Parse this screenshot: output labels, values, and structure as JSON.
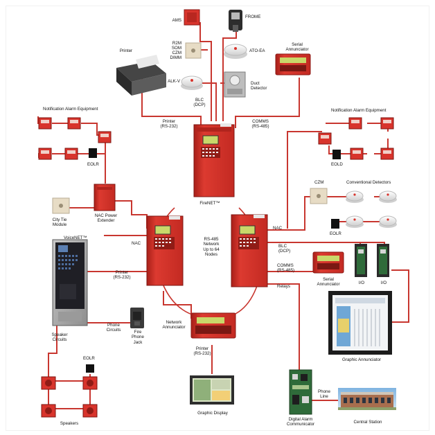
{
  "labels": {
    "ams": "AMS",
    "frome": "FROME",
    "r2m": "R2M",
    "som": "SOM",
    "czm_top": "CZM",
    "dimm": "DIMM",
    "ato_ea": "ATO-EA",
    "alk_v": "ALK-V",
    "duct_detector": "Duct\nDetector",
    "printer_device": "Printer",
    "serial_annunciator_top": "Serial\nAnnunciator",
    "blc_dcp_top": "BLC\n(DCP)",
    "printer_rs232_top": "Printer\n(RS-232)",
    "comms_rs485_top": "COMMS\n(RS-485)",
    "notification_left": "Notification Alarm Equipment",
    "notification_right": "Notification Alarm Equipment",
    "eolr_left": "EOLR",
    "eold_right": "EOLD",
    "city_tie": "City Tie\nModule",
    "nac_power": "NAC Power\nExtender",
    "firenet": "FireNET™",
    "nac_left": "NAC",
    "rs485_network": "RS-485\nNetwork\nUp to 64\nNodes",
    "czm_right": "CZM",
    "conventional_detectors": "Conventional Detectors",
    "nac_right": "NAC",
    "eolr_right": "EOLR",
    "voicenet": "VoiceNET™",
    "printer_rs232_mid": "Printer\n(RS-232)",
    "blc_dcp_right": "BLC\n(DCP)",
    "comms_rs485_right": "COMMS\n(RS-485)",
    "relays": "Relays",
    "serial_annunciator_right": "Serial\nAnnunciator",
    "io_1": "I/O",
    "io_2": "I/O",
    "phone_circuits": "Phone\nCircuits",
    "fire_phone_jack": "Fire\nPhone\nJack",
    "speaker_circuits": "Speaker\nCircuits",
    "eolr_bottom": "EOLR",
    "network_annunciator": "Network\nAnnunciator",
    "printer_rs232_bottom": "Printer\n(RS-232)",
    "graphic_annunciator": "Graphic Annunciator",
    "graphic_display": "Graphic Display",
    "speakers": "Speakers",
    "phone_line": "Phone\nLine",
    "digital_alarm_communicator": "Digital Alarm\nCommunicator",
    "central_station": "Central Station"
  },
  "colors": {
    "wire": "#c8362f",
    "wire_light": "#e3a090",
    "panel": "#d8342c",
    "panel_dark": "#a31f1a",
    "display": "#c9d86a"
  }
}
